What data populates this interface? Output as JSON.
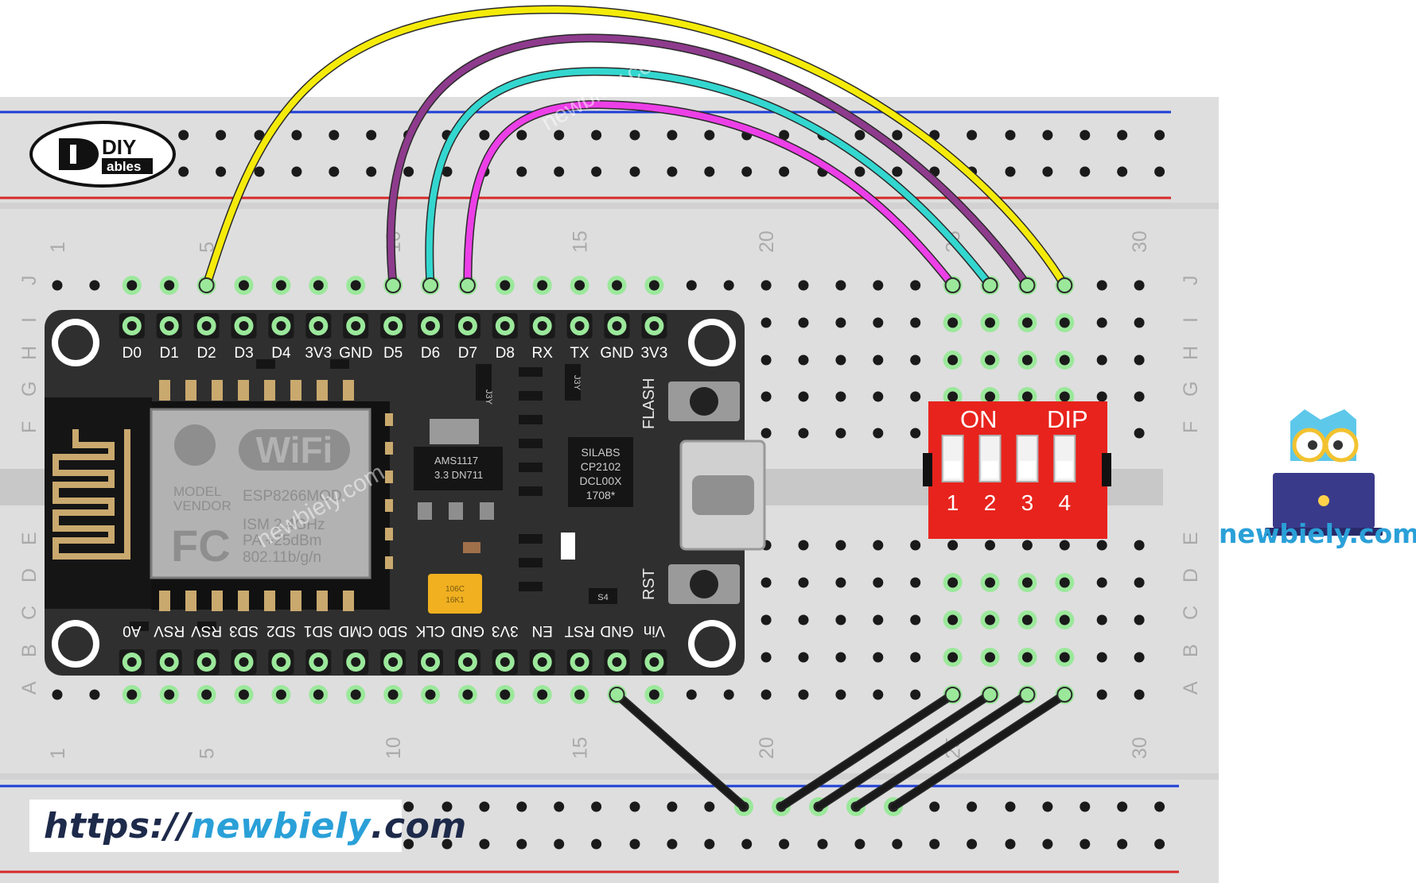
{
  "breadboard": {
    "column_numbers": [
      "1",
      "5",
      "10",
      "15",
      "20",
      "25",
      "30"
    ],
    "row_letters_top": [
      "J",
      "I",
      "H",
      "G",
      "F"
    ],
    "row_letters_bottom": [
      "E",
      "D",
      "C",
      "B",
      "A"
    ]
  },
  "board": {
    "top_pins": [
      "D0",
      "D1",
      "D2",
      "D3",
      "D4",
      "3V3",
      "GND",
      "D5",
      "D6",
      "D7",
      "D8",
      "RX",
      "TX",
      "GND",
      "3V3"
    ],
    "bottom_pins": [
      "A0",
      "RSV",
      "RSV",
      "SD3",
      "SD2",
      "SD1",
      "CMD",
      "SD0",
      "CLK",
      "GND",
      "3V3",
      "EN",
      "RST",
      "GND",
      "Vin"
    ],
    "module_texts": [
      "MODEL",
      "VENDOR",
      "ESP8266MOD",
      "ISM 2.4GHz",
      "PA +25dBm",
      "802.11b/g/n"
    ],
    "wifi_badge": "WiFi",
    "fcc": "FC",
    "regulator": [
      "AMS1117",
      "3.3  DN711"
    ],
    "usb_chip": [
      "SILABS",
      "CP2102",
      "DCL00X",
      "1708*"
    ],
    "button_flash": "FLASH",
    "button_rst": "RST",
    "cap_text": [
      "106C",
      "16K1"
    ],
    "small_labels": [
      "J3Y",
      "J3Y",
      "S4"
    ]
  },
  "dip_switch": {
    "on_label": "ON",
    "dip_label": "DIP",
    "positions": [
      "1",
      "2",
      "3",
      "4"
    ],
    "color": "#e8231d"
  },
  "wires": [
    {
      "name": "yellow",
      "color": "#f5eb0a"
    },
    {
      "name": "purple",
      "color": "#8e3b8d"
    },
    {
      "name": "cyan",
      "color": "#33d7cf"
    },
    {
      "name": "magenta",
      "color": "#ec3fe7"
    },
    {
      "name": "black",
      "color": "#1a1a1a"
    }
  ],
  "logos": {
    "diy_top": "DIY",
    "diy_bottom": "ables",
    "brand": "newbiely.com",
    "watermark": "newbiely.com"
  },
  "url": {
    "prefix": "https://",
    "domain": "newbiely",
    "suffix": ".com"
  }
}
